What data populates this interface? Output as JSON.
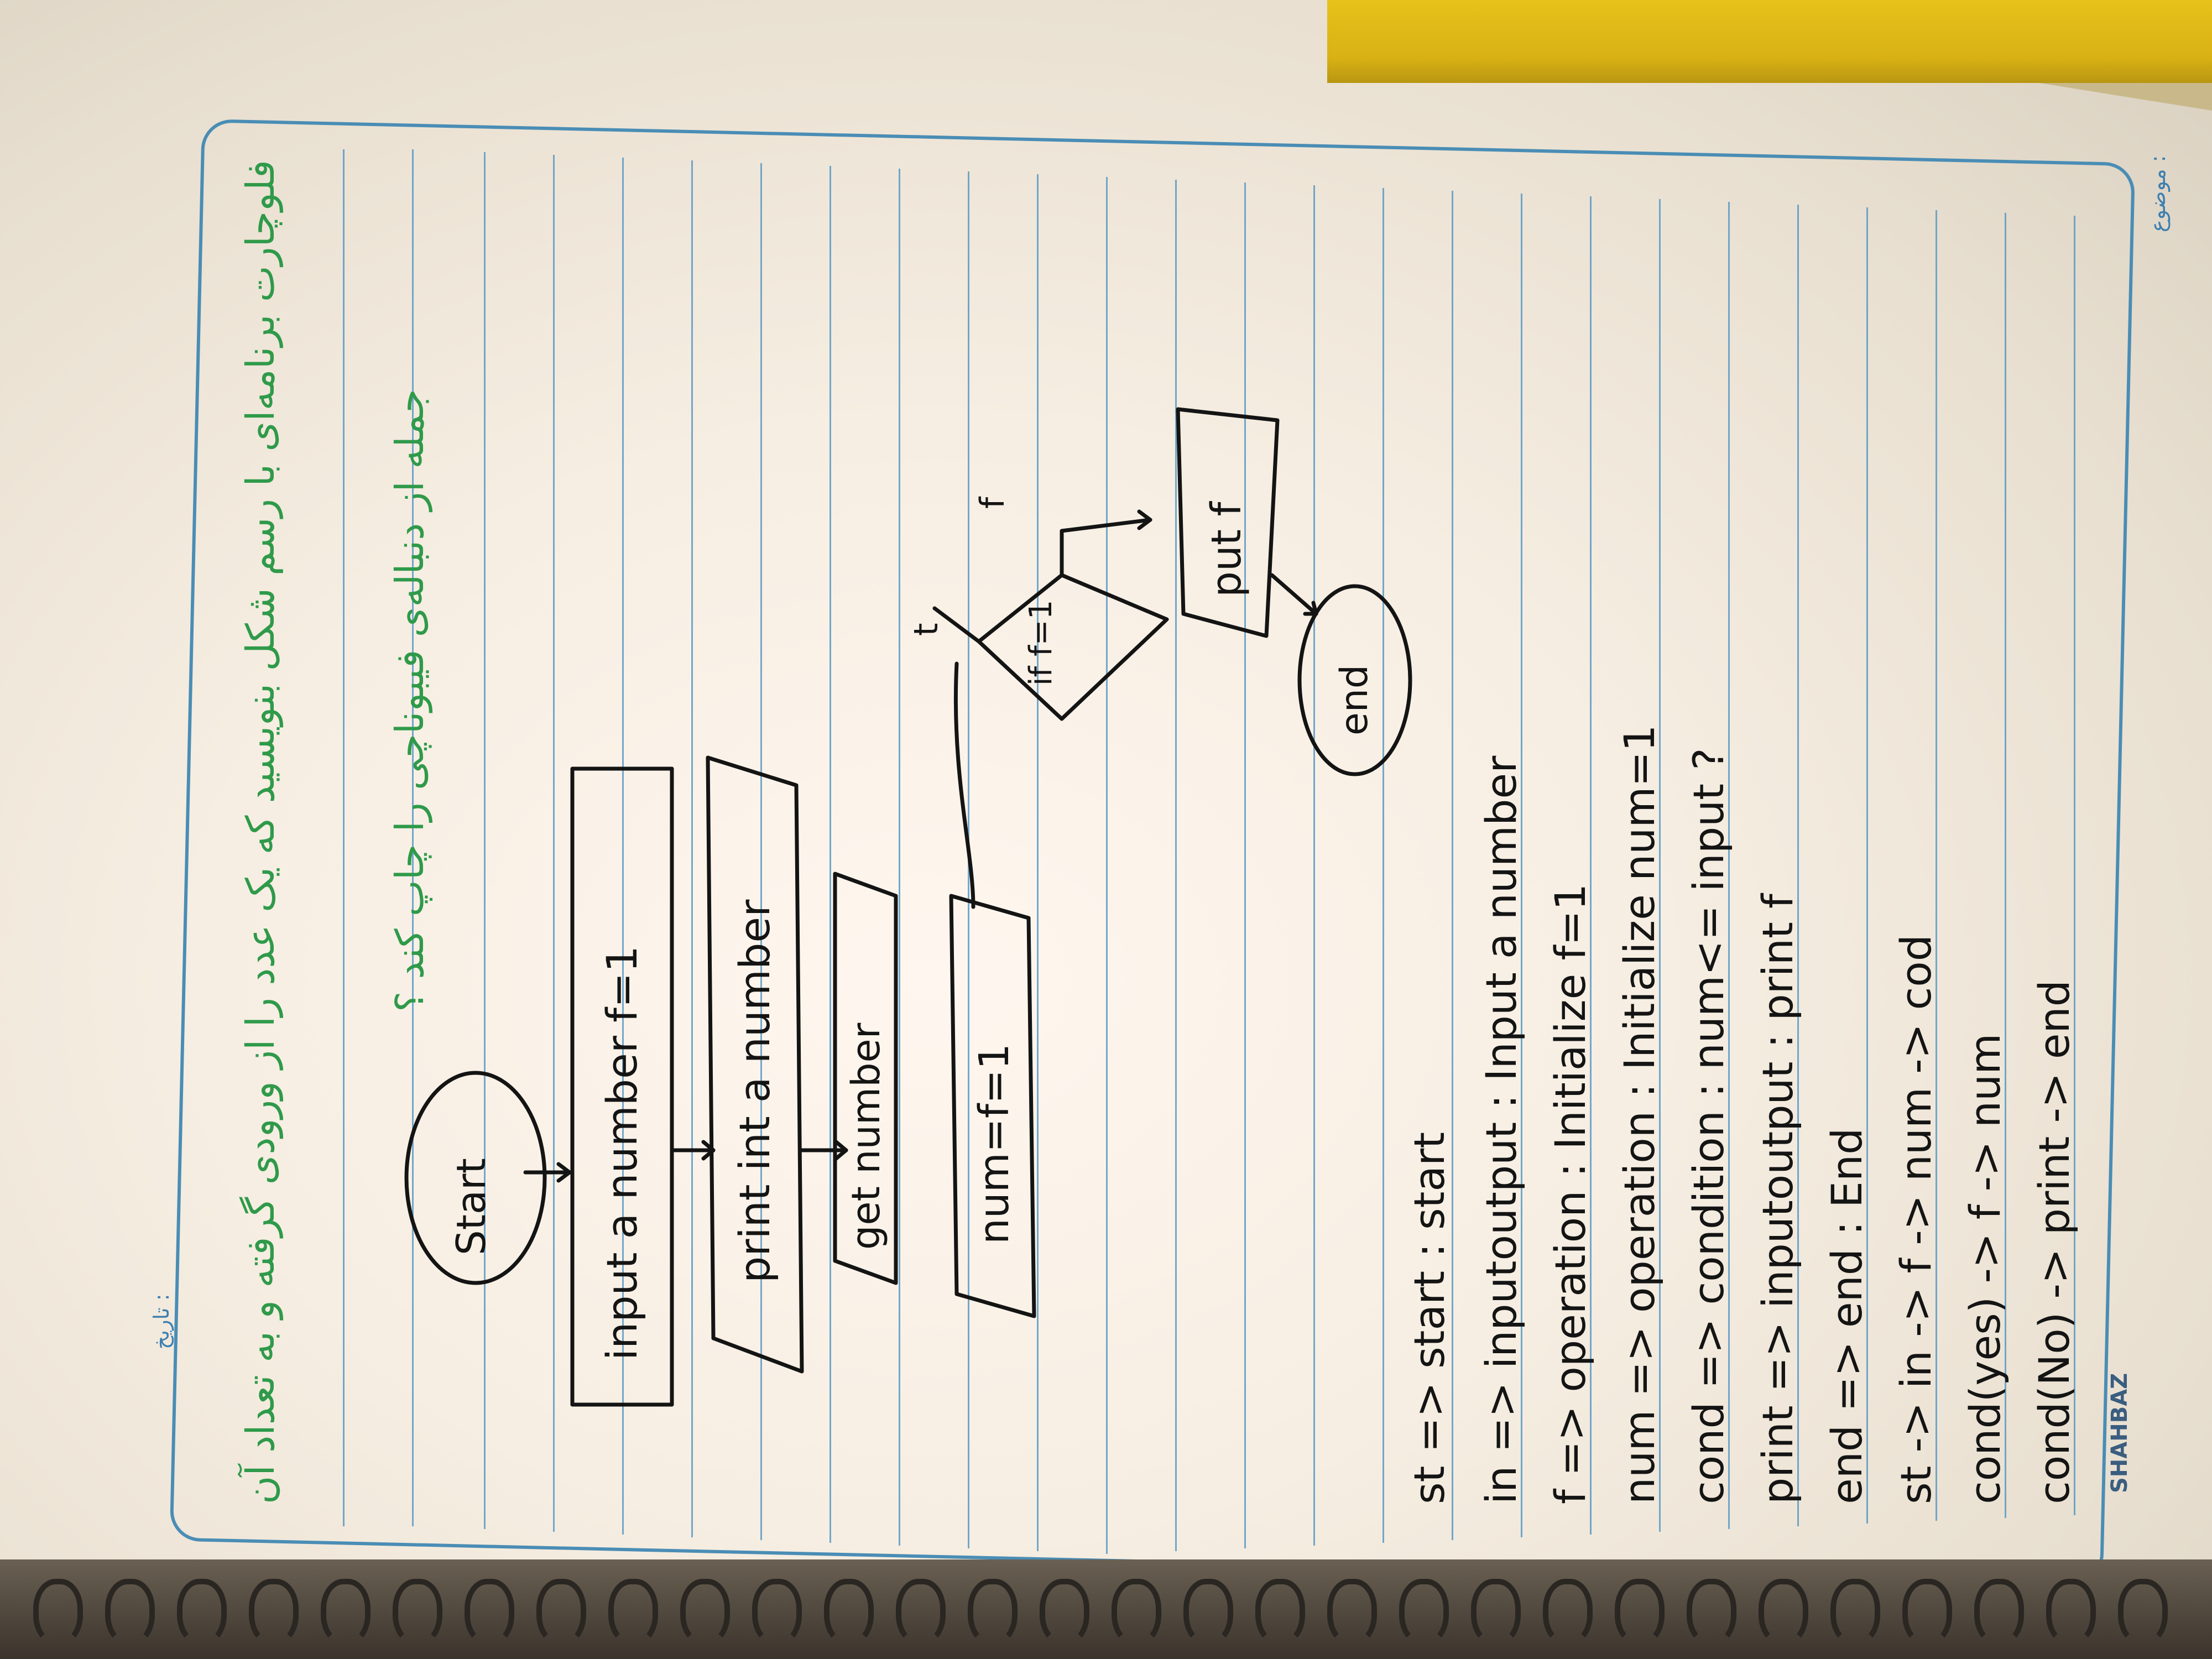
{
  "header": {
    "date_label": "تاریخ :",
    "subject_label": "موضوع :",
    "brand": "SHAHBAZ"
  },
  "problem": {
    "line1": "فلوچارت برنامه‌ای با رسم شکل بنویسید که یک عدد را از ورودی گرفته و به تعداد آن",
    "line2": "جمله از دنباله‌ی فیبوناچی را چاپ کند ؟"
  },
  "flowchart": {
    "start": "Start",
    "input": "input a number f=1",
    "print_input": "print int a number",
    "get": "get number",
    "init": "num=f=1",
    "cond": "if f=1",
    "true_label": "t",
    "false_label": "f",
    "output": "put f",
    "end": "end"
  },
  "code_lines": [
    "st => start : start",
    "in => inputoutput : Input a number",
    "f => operation : Initialize f=1",
    "num => operation : Initialize num=1",
    "cond => condition : num<= input ?",
    "print => inputoutput : print f",
    "end => end : End",
    "st -> in -> f -> num -> cod",
    "cond(yes) -> f -> num",
    "cond(No) -> print -> end"
  ],
  "colors": {
    "ink": "#141414",
    "green_ink": "#2f9a4a",
    "rule_blue": "#5b9ac6",
    "cover_yellow": "#e6c21a"
  }
}
